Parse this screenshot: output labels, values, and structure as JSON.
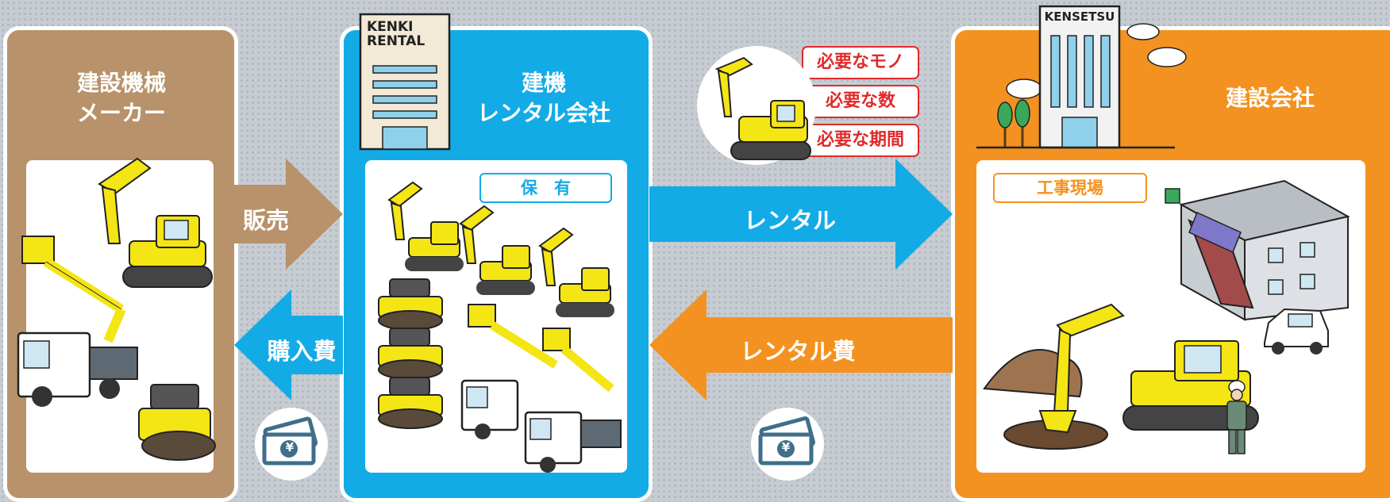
{
  "colors": {
    "maker": "#b8926a",
    "rental": "#13abe6",
    "company": "#f39220",
    "accent_red": "#e02a2a",
    "background": "#c6ccd2"
  },
  "maker": {
    "title": "建設機械\nメーカー"
  },
  "rental": {
    "title": "建機\nレンタル会社",
    "tag": "保　有",
    "building_sign": "KENKI\nRENTAL"
  },
  "company": {
    "title": "建設会社",
    "tag": "工事現場",
    "building_sign": "KENSETSU"
  },
  "flows": {
    "sale": "販売",
    "purchase_cost": "購入費",
    "rental": "レンタル",
    "rental_fee": "レンタル費"
  },
  "needs": [
    "必要なモノ",
    "必要な数",
    "必要な期間"
  ],
  "currency_symbol": "¥",
  "icons": [
    "building-icon",
    "excavator-icon",
    "aerial-work-platform-icon",
    "truck-icon",
    "road-roller-icon",
    "money-icon",
    "prefab-office-icon",
    "tree-icon",
    "cloud-icon",
    "car-icon",
    "worker-icon"
  ]
}
